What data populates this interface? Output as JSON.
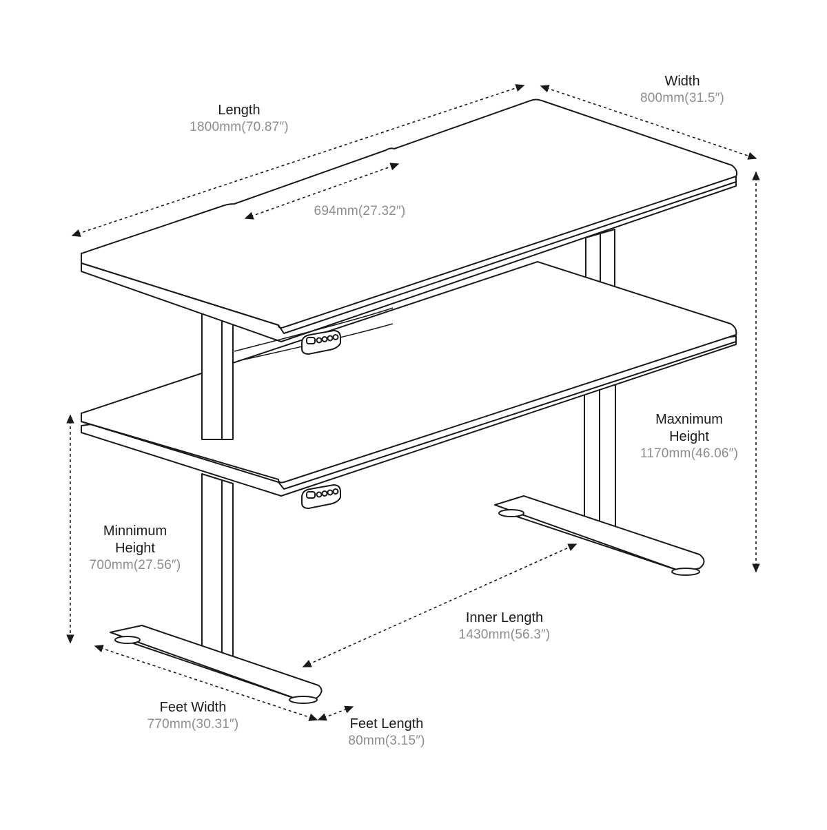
{
  "dimensions": {
    "length": {
      "title": "Length",
      "value": "1800mm(70.87″)"
    },
    "width": {
      "title": "Width",
      "value": "800mm(31.5″)"
    },
    "notch": {
      "value": "694mm(27.32″)"
    },
    "max_height": {
      "title_line1": "Maxnimum",
      "title_line2": "Height",
      "value": "1170mm(46.06″)"
    },
    "min_height": {
      "title_line1": "Minnimum",
      "title_line2": "Height",
      "value": "700mm(27.56″)"
    },
    "inner_length": {
      "title": "Inner Length",
      "value": "1430mm(56.3″)"
    },
    "feet_width": {
      "title": "Feet Width",
      "value": "770mm(30.31″)"
    },
    "feet_length": {
      "title": "Feet Length",
      "value": "80mm(3.15″)"
    }
  },
  "colors": {
    "line": "#1a1a1a",
    "muted": "#8d8d8d",
    "background": "#ffffff"
  }
}
